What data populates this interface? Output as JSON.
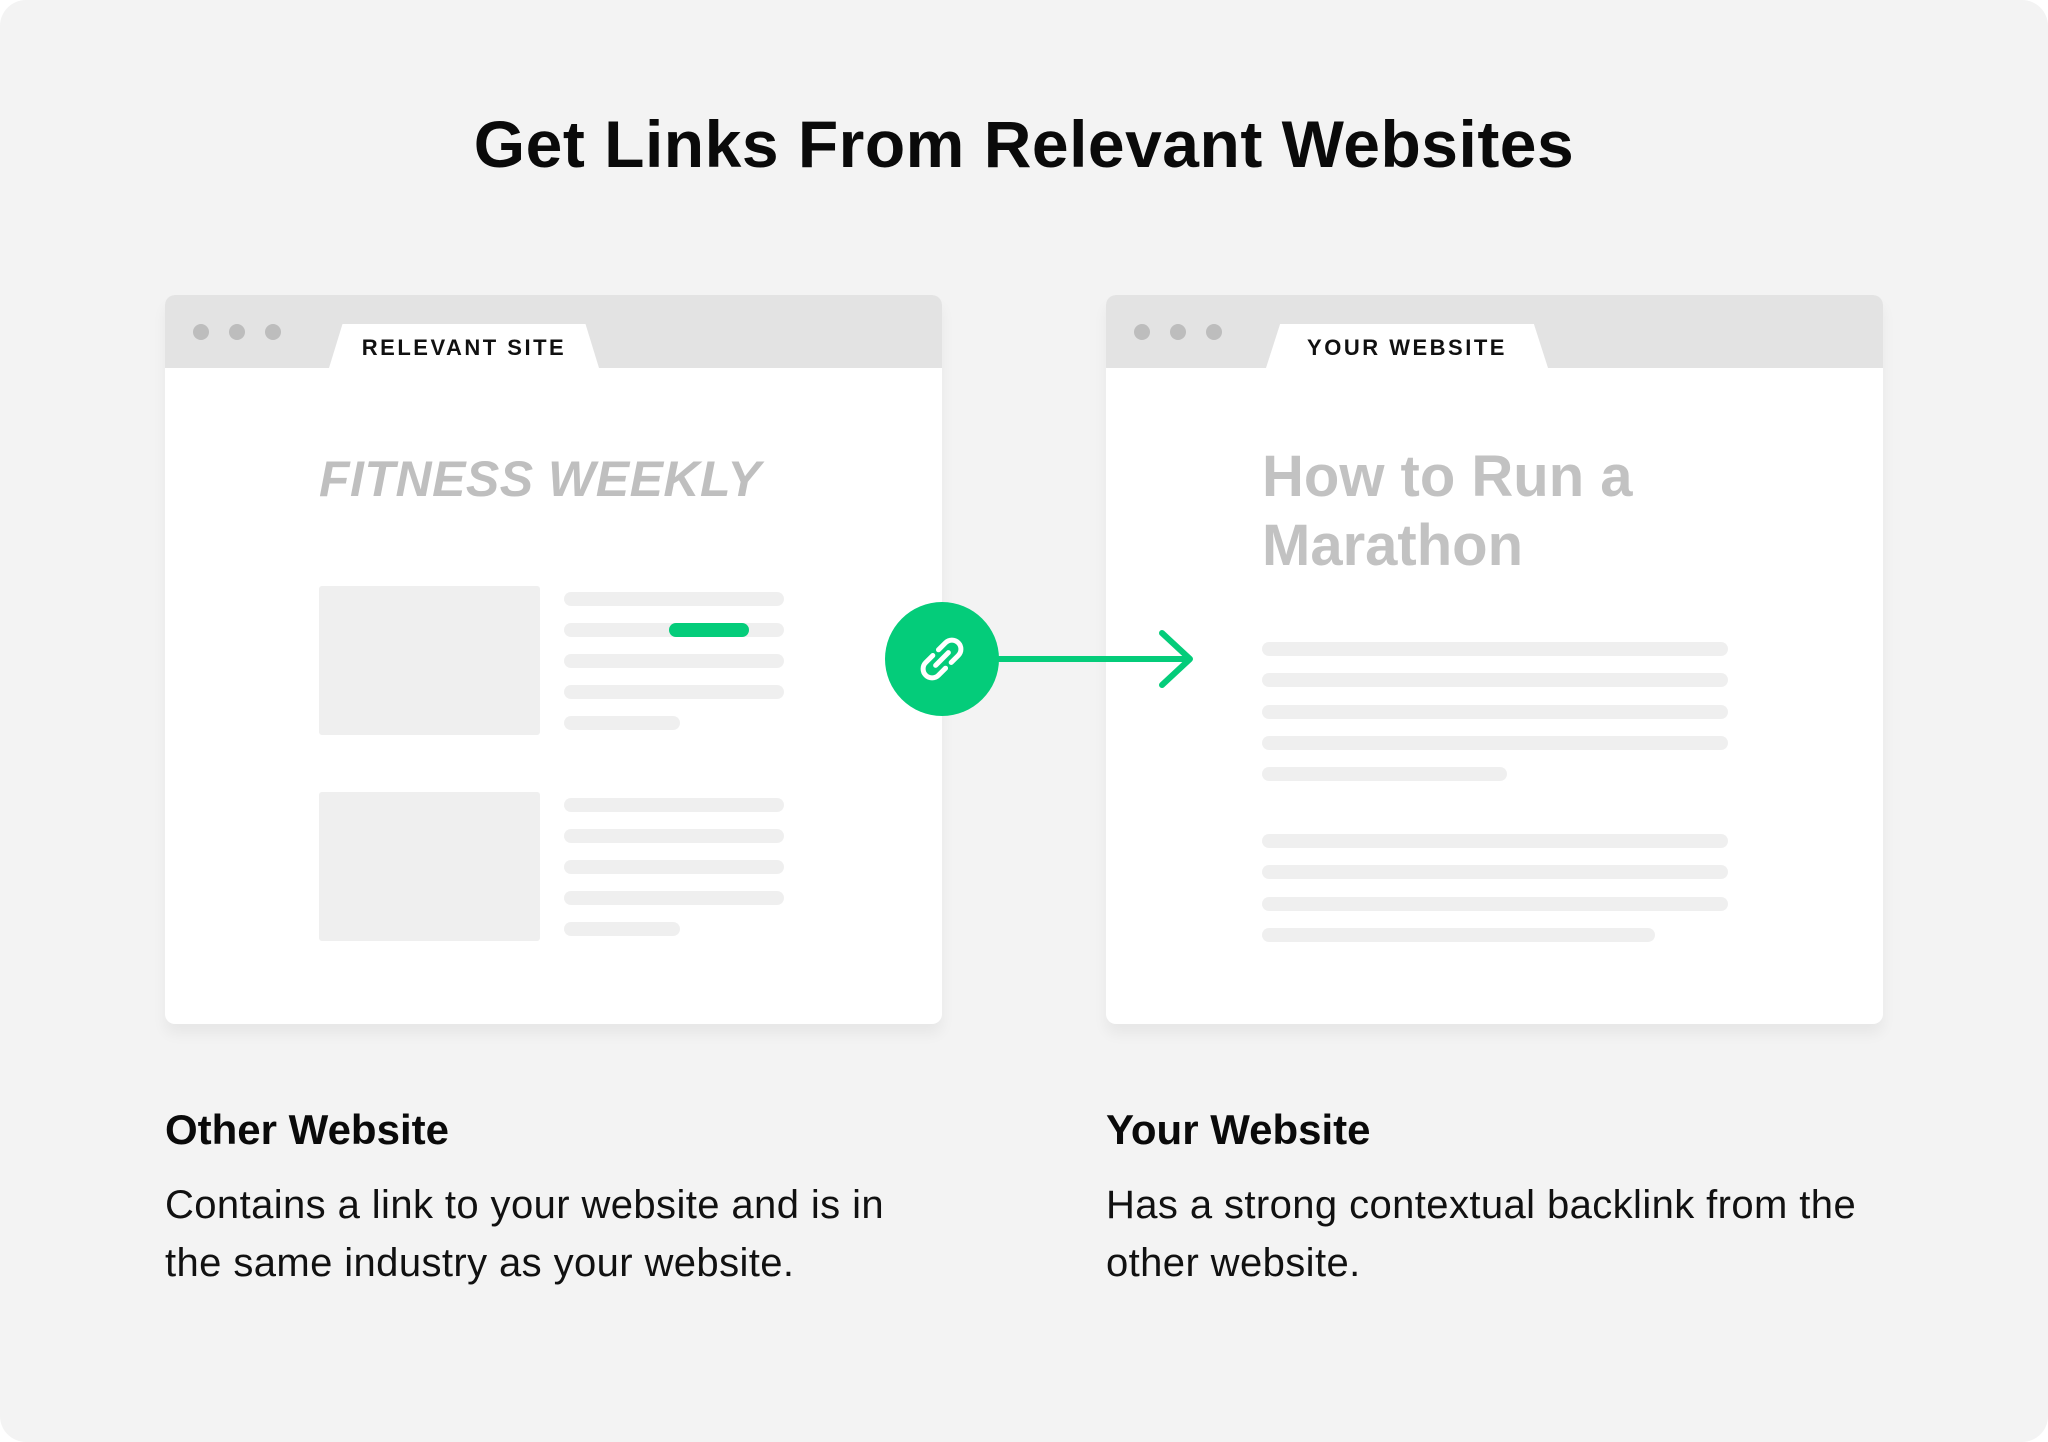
{
  "title": "Get Links From Relevant Websites",
  "colors": {
    "accent": "#04cc7a",
    "background": "#f3f3f3",
    "placeholder": "#efefef",
    "muted_text": "#bfbfbf",
    "tab_bar": "#e3e3e3"
  },
  "left_window": {
    "tab_label": "RELEVANT SITE",
    "site_name": "FITNESS WEEKLY"
  },
  "right_window": {
    "tab_label": "YOUR WEBSITE",
    "article_title": "How to Run a Marathon"
  },
  "connector": {
    "icon": "link-icon",
    "arrow": "arrow-right-icon"
  },
  "captions": [
    {
      "heading": "Other Website",
      "body": "Contains a link to your website and is in the same industry as your website."
    },
    {
      "heading": "Your Website",
      "body": "Has a strong contextual backlink from the other website."
    }
  ]
}
